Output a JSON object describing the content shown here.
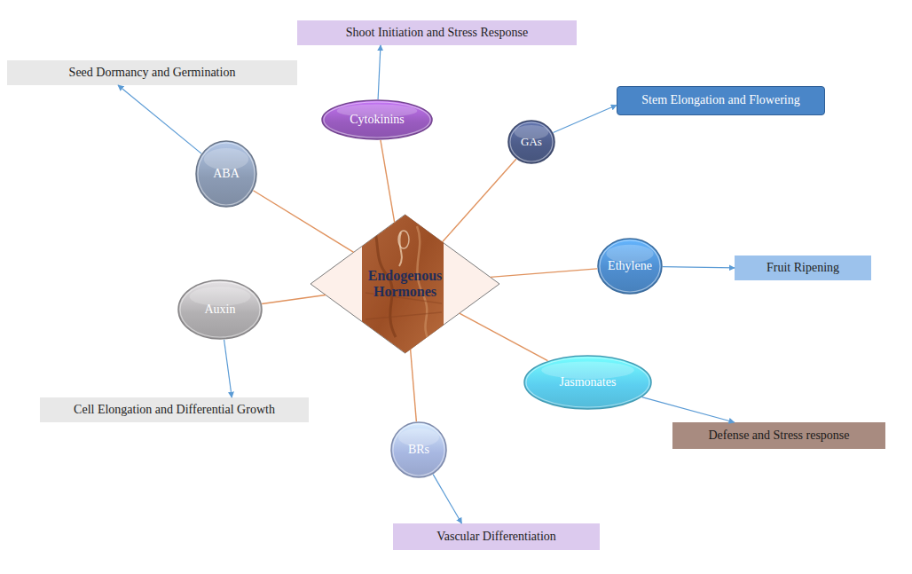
{
  "diagram": {
    "nodes": [
      {
        "text": [
          "Shoot Initiation and Stress Response"
        ]
      },
      {
        "text": [
          "Cytokinins"
        ]
      },
      {
        "text": [
          "Seed Dormancy and Germination"
        ]
      },
      {
        "text": [
          "Stem Elongation and Flowering"
        ]
      },
      {
        "text": [
          "GAs"
        ]
      },
      {
        "text": [
          "ABA"
        ]
      },
      {
        "text": [
          "Endogenous Hormones"
        ]
      },
      {
        "text": [
          "Ethylene"
        ]
      },
      {
        "text": [
          "Fruit Ripening"
        ]
      },
      {
        "text": [
          "Auxin"
        ]
      },
      {
        "text": [
          "Jasmonates"
        ]
      },
      {
        "text": [
          "Cell Elongation and Differential Growth"
        ]
      },
      {
        "text": [
          "Defense and Stress response"
        ]
      },
      {
        "text": [
          "BRs"
        ]
      },
      {
        "text": [
          "Vascular Differentiation"
        ]
      }
    ],
    "edges": [
      {
        "from": 6,
        "to": 1,
        "arrow": "none"
      },
      {
        "from": 6,
        "to": 4,
        "arrow": "none"
      },
      {
        "from": 6,
        "to": 5,
        "arrow": "none"
      },
      {
        "from": 6,
        "to": 7,
        "arrow": "none"
      },
      {
        "from": 6,
        "to": 9,
        "arrow": "none"
      },
      {
        "from": 6,
        "to": 10,
        "arrow": "none"
      },
      {
        "from": 6,
        "to": 13,
        "arrow": "none"
      },
      {
        "from": 1,
        "to": 0,
        "arrow": "to"
      },
      {
        "from": 5,
        "to": 2,
        "arrow": "to"
      },
      {
        "from": 4,
        "to": 3,
        "arrow": "to"
      },
      {
        "from": 7,
        "to": 8,
        "arrow": "to"
      },
      {
        "from": 9,
        "to": 11,
        "arrow": "to"
      },
      {
        "from": 10,
        "to": 12,
        "arrow": "to"
      },
      {
        "from": 13,
        "to": 14,
        "arrow": "to"
      }
    ]
  }
}
